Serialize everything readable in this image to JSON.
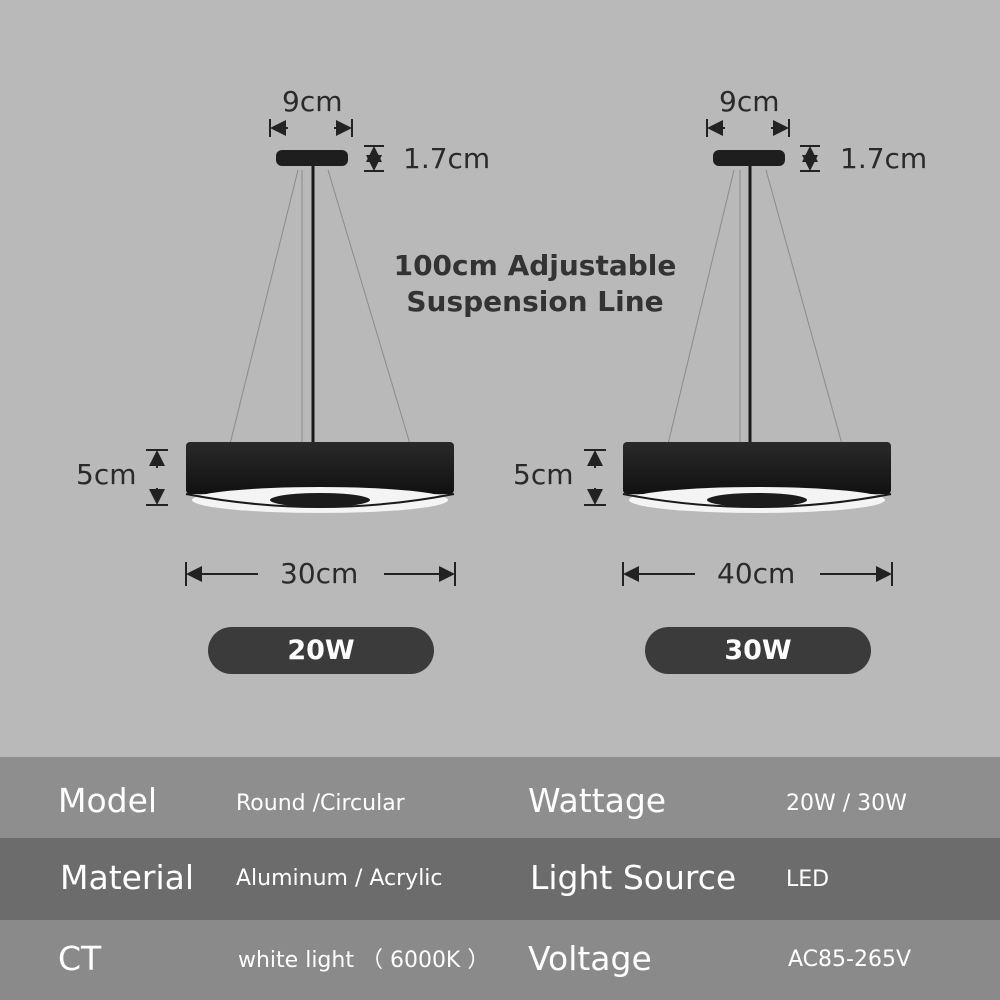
{
  "lamp_left": {
    "canopy_width": "9cm",
    "canopy_height": "1.7cm",
    "body_height": "5cm",
    "diameter": "30cm",
    "wattage": "20W"
  },
  "lamp_right": {
    "canopy_width": "9cm",
    "canopy_height": "1.7cm",
    "body_height": "5cm",
    "diameter": "40cm",
    "wattage": "30W"
  },
  "suspension": {
    "line1": "100cm Adjustable",
    "line2": "Suspension Line"
  },
  "specs": [
    {
      "label_a": "Model",
      "value_a": "Round /Circular",
      "label_b": "Wattage",
      "value_b": "20W / 30W"
    },
    {
      "label_a": "Material",
      "value_a": "Aluminum / Acrylic",
      "label_b": "Light Source",
      "value_b": "LED"
    },
    {
      "label_a": "CT",
      "value_a": "white light （ 6000K ）",
      "label_b": "Voltage",
      "value_b": "AC85-265V"
    }
  ],
  "colors": {
    "background": "#b9b9b9",
    "lamp_body": "#1c1c1c",
    "pill": "#3b3b3b",
    "row_light": "#8e8e8e",
    "row_dark": "#6c6c6c"
  }
}
